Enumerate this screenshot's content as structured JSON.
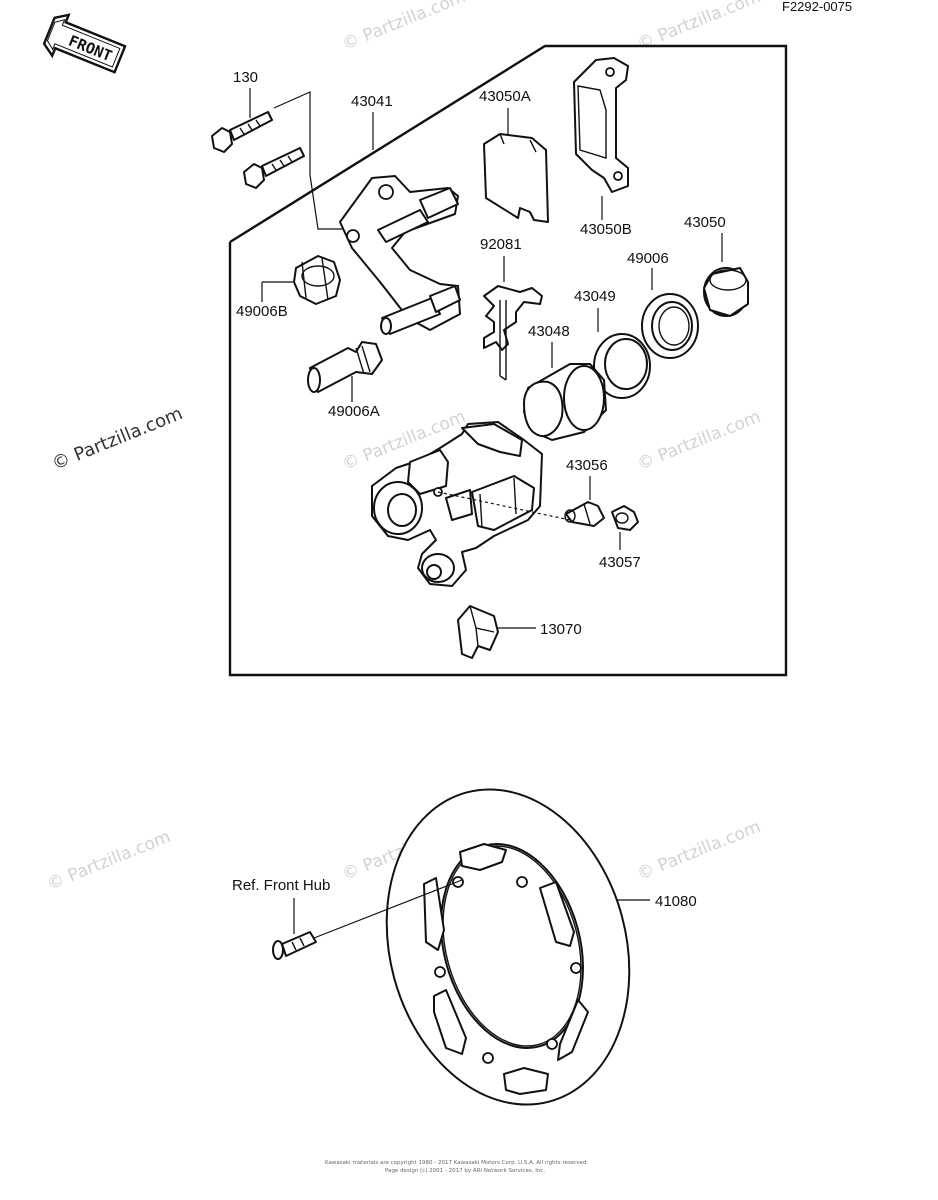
{
  "diagram_code": "F2292-0075",
  "front_arrow_label": "FRONT",
  "watermark": "© Partzilla.com",
  "parts": {
    "p130": "130",
    "p43041": "43041",
    "p43050A": "43050A",
    "p43050B": "43050B",
    "p43050": "43050",
    "p92081": "92081",
    "p49006": "49006",
    "p43049": "43049",
    "p43048": "43048",
    "p49006B": "49006B",
    "p49006A": "49006A",
    "p43056": "43056",
    "p43057": "43057",
    "p13070": "13070",
    "p41080": "41080"
  },
  "ref_front_hub": "Ref. Front Hub",
  "footer": {
    "line1": "Kawasaki materials are copyright 1980 - 2017 Kawasaki Motors Corp. U.S.A. All rights reserved.",
    "line2": "Page design (c) 2001 - 2017 by ARI Network Services, Inc."
  }
}
